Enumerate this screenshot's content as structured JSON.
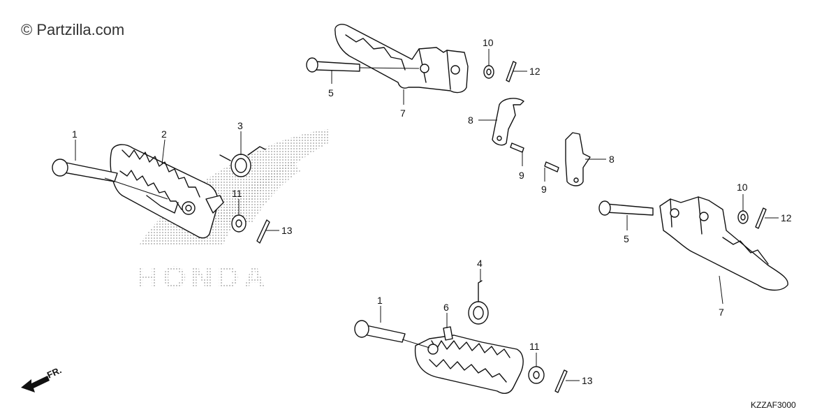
{
  "watermark": "© Partzilla.com",
  "logo_text": "HONDA",
  "direction_label": "FR.",
  "diagram_code": "KZZAF3000",
  "callouts": {
    "c1a": "1",
    "c1b": "1",
    "c2": "2",
    "c3": "3",
    "c4": "4",
    "c5a": "5",
    "c5b": "5",
    "c6": "6",
    "c7a": "7",
    "c7b": "7",
    "c8a": "8",
    "c8b": "8",
    "c9a": "9",
    "c9b": "9",
    "c10a": "10",
    "c10b": "10",
    "c11a": "11",
    "c11b": "11",
    "c12a": "12",
    "c12b": "12",
    "c13a": "13",
    "c13b": "13"
  },
  "colors": {
    "line": "#111111",
    "logo_dots": "#9a9a9a",
    "background": "#ffffff"
  }
}
